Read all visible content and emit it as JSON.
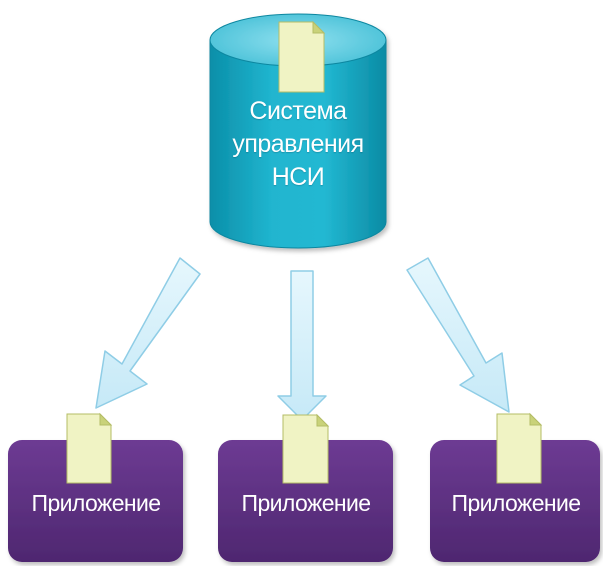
{
  "database": {
    "label_lines": [
      "Система",
      "управления",
      "НСИ"
    ],
    "colors": {
      "body": "#1aa6c0",
      "top": "#6fd0e2",
      "edge": "#0e8da6"
    }
  },
  "applications": [
    {
      "label": "Приложение"
    },
    {
      "label": "Приложение"
    },
    {
      "label": "Приложение"
    }
  ],
  "colors": {
    "application_box": "#5b2f7e",
    "arrow_fill": "#d6f0fa",
    "arrow_stroke": "#8fcde6",
    "document_fill": "#f0f3c4",
    "document_fold": "#c9d27a"
  },
  "icons": {
    "database": "database-cylinder-icon",
    "document": "document-icon",
    "arrow": "arrow-down-icon"
  }
}
